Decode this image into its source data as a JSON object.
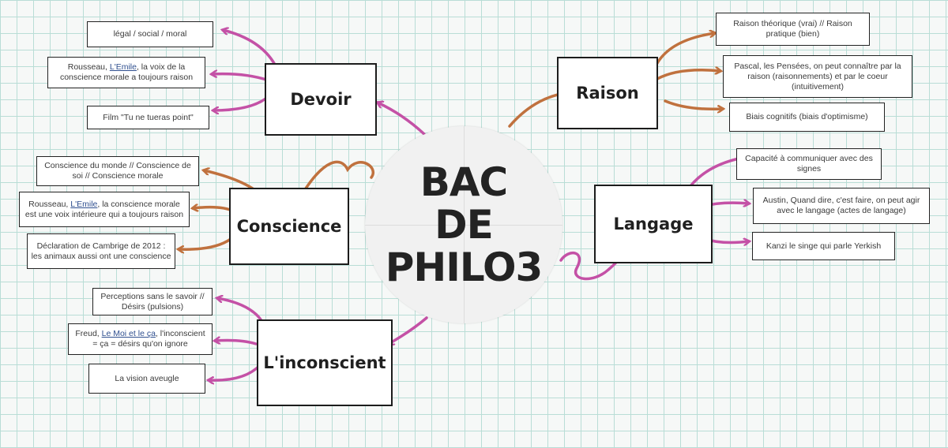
{
  "center": {
    "line1": "BAC",
    "line2": "DE",
    "line3": "PHILO3"
  },
  "colors": {
    "pink": "#c451a6",
    "orange": "#c0713e",
    "box_border": "#1c1c1c"
  },
  "topics": {
    "devoir": {
      "title": "Devoir",
      "items": [
        {
          "text": "légal / social / moral"
        },
        {
          "pre": "Rousseau, ",
          "link": "L'Emile",
          "post": ", la voix de la conscience morale a toujours raison"
        },
        {
          "text": "Film \"Tu ne tueras point\""
        }
      ]
    },
    "conscience": {
      "title": "Conscience",
      "items": [
        {
          "text": "Conscience du monde // Conscience de soi // Conscience morale"
        },
        {
          "pre": "Rousseau, ",
          "link": "L'Emile",
          "post": ", la conscience morale est une voix intérieure qui a toujours raison"
        },
        {
          "text": "Déclaration de Cambrige de 2012 : les animaux aussi ont une conscience"
        }
      ]
    },
    "inconscient": {
      "title": "L'inconscient",
      "items": [
        {
          "text": "Perceptions sans le savoir // Désirs (pulsions)"
        },
        {
          "pre": "Freud, ",
          "link": "Le Moi et le ça",
          "post": ", l'inconscient = ça = désirs qu'on ignore"
        },
        {
          "text": "La vision aveugle"
        }
      ]
    },
    "raison": {
      "title": "Raison",
      "items": [
        {
          "text": "Raison théorique (vrai) // Raison pratique (bien)"
        },
        {
          "text": "Pascal, les Pensées, on peut connaître par la raison (raisonnements) et par le coeur (intuitivement)"
        },
        {
          "text": "Biais cognitifs (biais d'optimisme)"
        }
      ]
    },
    "langage": {
      "title": "Langage",
      "items": [
        {
          "text": "Capacité à communiquer avec des signes"
        },
        {
          "text": "Austin, Quand dire, c'est faire, on peut agir avec le langage (actes de langage)"
        },
        {
          "text": "Kanzi le singe qui parle Yerkish"
        }
      ]
    }
  }
}
